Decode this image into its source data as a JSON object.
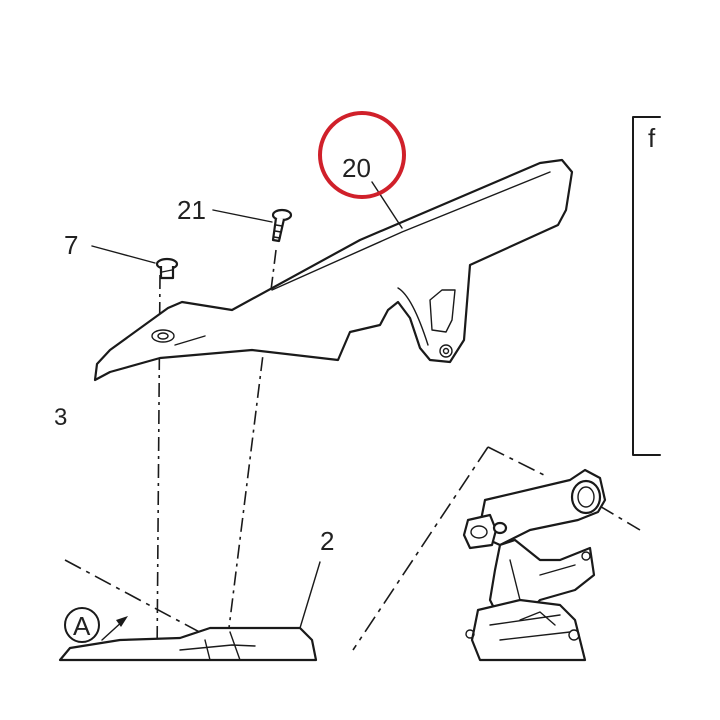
{
  "callouts": {
    "part_20": "20",
    "part_21": "21",
    "part_7": "7",
    "part_2": "2",
    "view_a": "A",
    "frame_f": "f",
    "cut_3": "3"
  },
  "colors": {
    "highlight_circle": "#d0202a",
    "line": "#1a1a1a",
    "background": "#ffffff"
  }
}
